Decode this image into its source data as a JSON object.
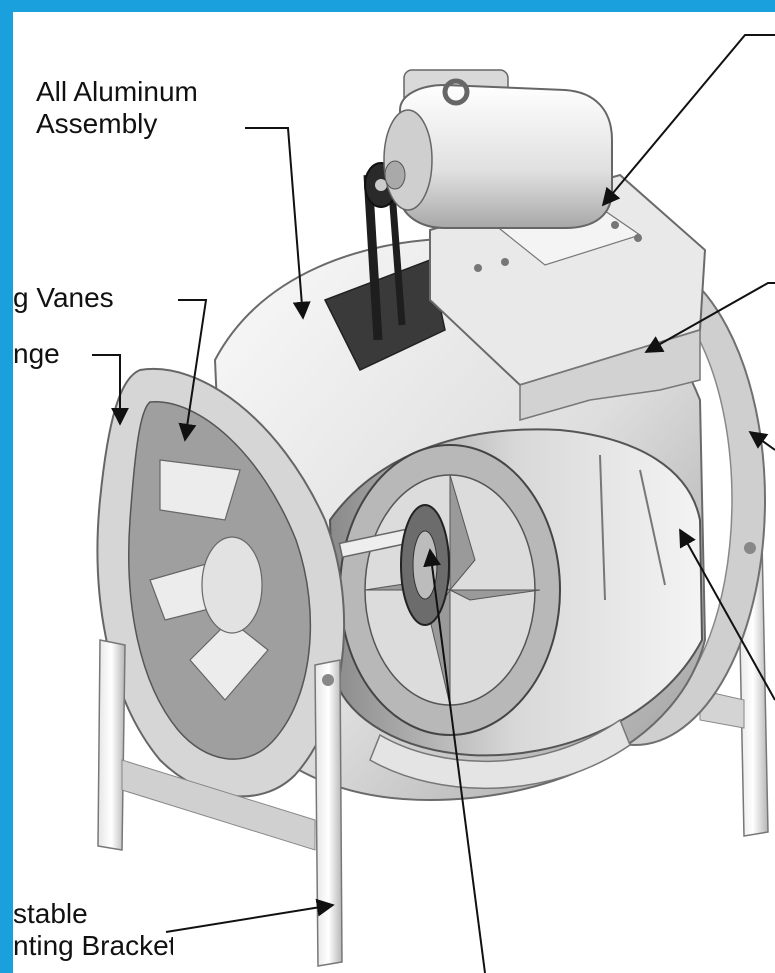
{
  "labels": {
    "aluminum_line1": "All Aluminum",
    "aluminum_line2": "Assembly",
    "vanes": "g Vanes",
    "flange": "nge",
    "brackets_line1": "stable",
    "brackets_line2": "nting Brackets"
  },
  "colors": {
    "frame": "#1aa0dc",
    "metal_light": "#f2f2f2",
    "metal_mid": "#c9c9c9",
    "metal_dark": "#6a6a6a",
    "belt": "#1e1e1e",
    "text": "#111111"
  }
}
